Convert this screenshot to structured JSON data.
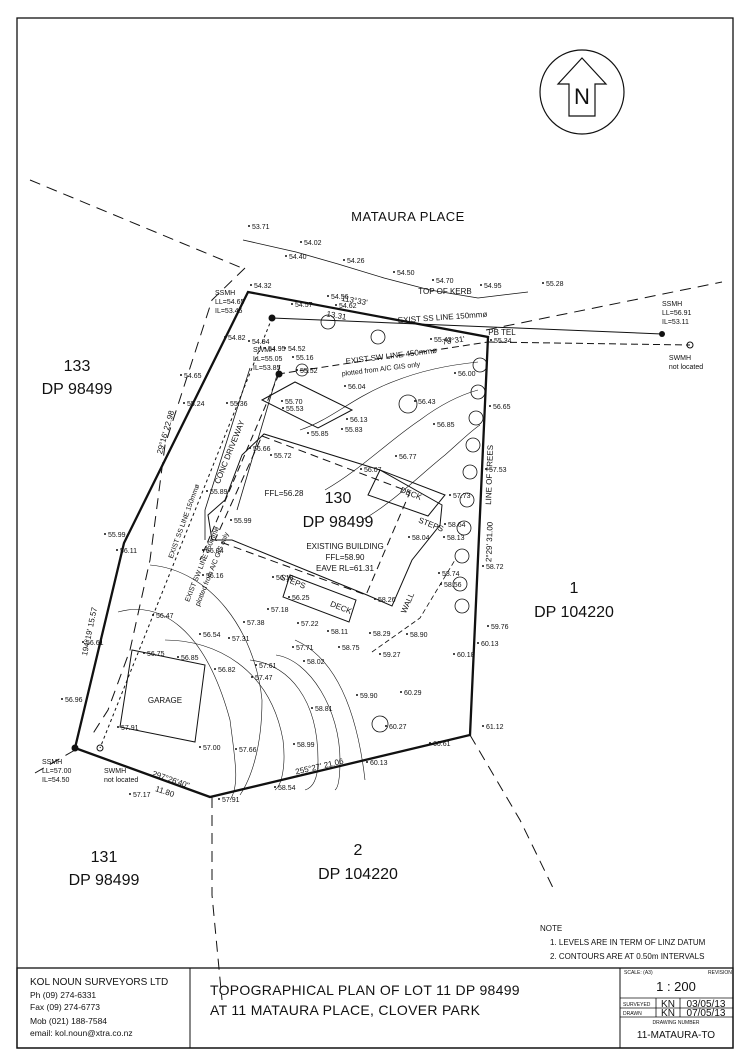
{
  "street": "MATAURA PLACE",
  "north_label": "N",
  "lots": {
    "subject_number": "130",
    "subject_dp": "DP 98499",
    "l133_number": "133",
    "l133_dp": "DP 98499",
    "l1_number": "1",
    "l1_dp": "DP 104220",
    "l131_number": "131",
    "l131_dp": "DP 98499",
    "l2_number": "2",
    "l2_dp": "DP 104220"
  },
  "boundary": {
    "west": "194°19' 15.57",
    "northwest": "29°16' 22.98",
    "north": "113°33'",
    "north_dist": "13.31",
    "north2": "78°31'",
    "east": "2°29' 31.00",
    "south": "255°27' 21.06",
    "southwest": "297°26'40\"",
    "southwest_dist": "11.80"
  },
  "building": {
    "existing": "EXISTING BUILDING",
    "ffl": "FFL=58.90",
    "eave": "EAVE RL=61.31",
    "upper_ffl": "FFL=56.28",
    "deck_upper": "DECK",
    "deck_lower": "DECK",
    "steps_upper": "STEPS",
    "steps_lower": "STEPS",
    "garage": "GARAGE",
    "wall": "WALL",
    "driveway": "CONC DRIVEWAY",
    "line_of_trees": "LINE OF TREES",
    "top_of_kerb": "TOP OF KERB",
    "pb_tel": "PB TEL"
  },
  "services": {
    "ss_line": "EXIST SS LINE 150mmø",
    "sw_line": "EXIST SW LINE 450mmø",
    "sw_plotted": "plotted from A/C GIS only",
    "ss_line_v": "EXIST SS LINE 150mmø",
    "sw_line_v1": "EXIST SW LINE 450mmø",
    "sw_line_v2": "plotted from A/C GIS only",
    "ssmh_ne": [
      "SSMH",
      "LL=56.91",
      "IL=53.11"
    ],
    "swmh_ne": [
      "SWMH",
      "not located"
    ],
    "ssmh_nw": [
      "SSMH",
      "LL=54.65",
      "IL=53.45"
    ],
    "swmh_nw": [
      "SWMH",
      "LL=55.05",
      "IL=53.85"
    ],
    "ssmh_sw": [
      "SSMH",
      "LL=57.00",
      "IL=54.50"
    ],
    "swmh_sw": [
      "SWMH",
      "not located"
    ]
  },
  "levels": [
    "53.71",
    "54.02",
    "54.26",
    "54.50",
    "54.70",
    "54.95",
    "55.28",
    "54.32",
    "54.40",
    "54.57",
    "54.56",
    "54.62",
    "54.82",
    "54.65",
    "55.24",
    "55.36",
    "55.70",
    "55.53",
    "55.16",
    "55.52",
    "54.52",
    "54.95",
    "54.94",
    "56.04",
    "56.13",
    "55.83",
    "55.85",
    "55.72",
    "56.66",
    "56.43",
    "56.85",
    "56.77",
    "56.07",
    "57.53",
    "56.65",
    "55.89",
    "55.99",
    "56.04",
    "56.11",
    "55.99",
    "56.16",
    "56.47",
    "56.61",
    "56.54",
    "57.31",
    "57.38",
    "57.18",
    "56.25",
    "57.22",
    "56.75",
    "56.85",
    "56.82",
    "57.61",
    "57.47",
    "57.71",
    "58.02",
    "58.11",
    "58.29",
    "58.75",
    "58.90",
    "59.27",
    "58.81",
    "59.90",
    "60.29",
    "60.27",
    "60.13",
    "60.61",
    "61.12",
    "59.76",
    "60.13",
    "60.18",
    "58.72",
    "58.56",
    "58.74",
    "58.13",
    "58.64",
    "57.73",
    "58.04",
    "58.26",
    "57.00",
    "57.66",
    "56.96",
    "57.91",
    "57.17",
    "57.91",
    "58.54",
    "58.99",
    "56.18",
    "55.43",
    "55.34",
    "56.00"
  ],
  "notes": {
    "heading": "NOTE",
    "items": [
      "1. LEVELS ARE IN TERM OF LINZ DATUM",
      "2. CONTOURS ARE AT 0.50m INTERVALS"
    ]
  },
  "title_block": {
    "company": "KOL NOUN SURVEYORS LTD",
    "phone": "Ph (09) 274-6331",
    "fax": "Fax (09) 274-6773",
    "mobile": "Mob (021) 188-7584",
    "email": "email: kol.noun@xtra.co.nz",
    "title_line1": "TOPOGRAPHICAL PLAN OF LOT 11 DP 98499",
    "title_line2": "AT 11 MATAURA PLACE, CLOVER PARK",
    "scale_label": "SCALE: (A3)",
    "revision_label": "REVISION",
    "scale_value": "1 : 200",
    "surveyed_label": "SURVEYED",
    "surveyed_by": "KN",
    "surveyed_date": "03/05/13",
    "drawn_label": "DRAWN",
    "drawn_by": "KN",
    "drawn_date": "07/05/13",
    "drawing_number_label": "DRAWING NUMBER",
    "drawing_number": "11-MATAURA-TO"
  }
}
